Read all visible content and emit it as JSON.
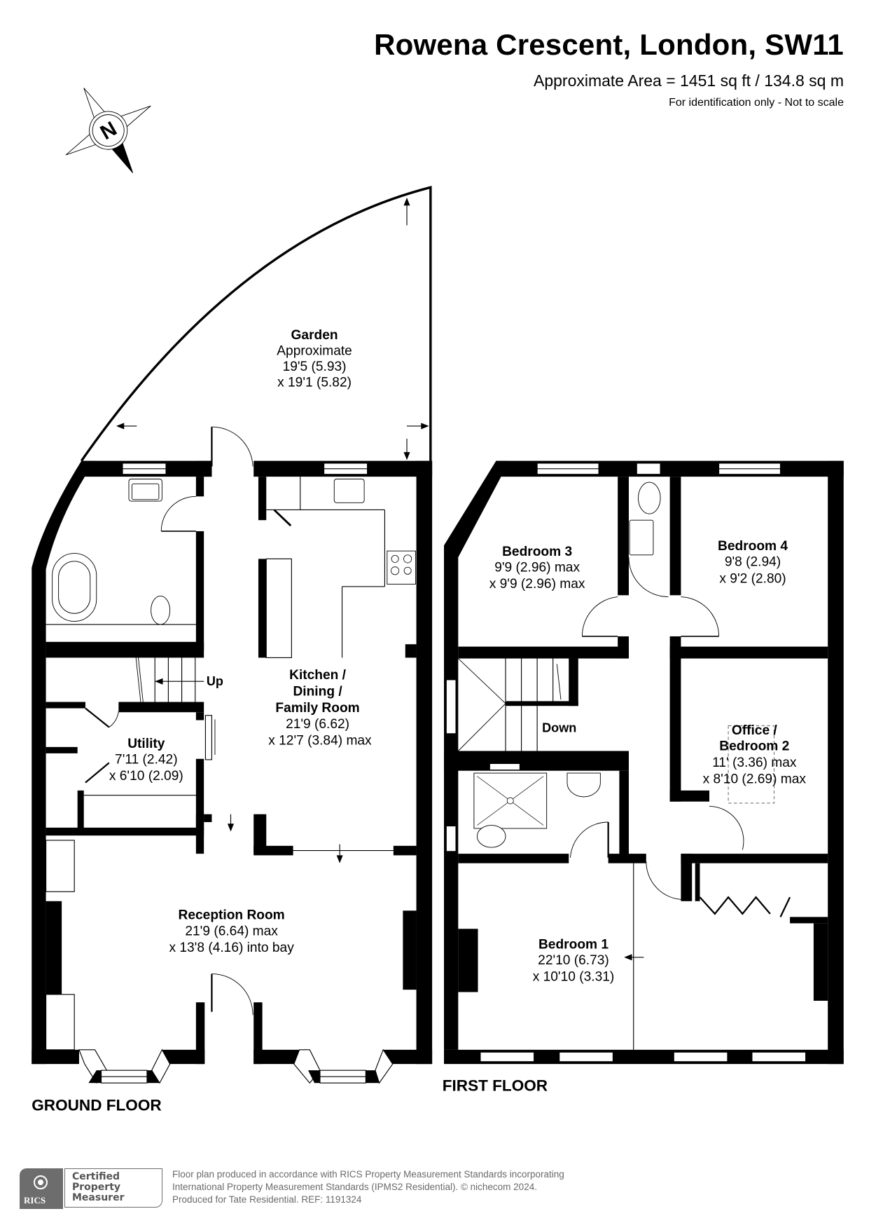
{
  "header": {
    "title": "Rowena Crescent, London, SW11",
    "area": "Approximate Area = 1451 sq ft / 134.8 sq m",
    "disclaimer": "For identification only - Not to scale"
  },
  "compass": {
    "label": "N",
    "icon": "compass-north-icon"
  },
  "ground_floor": {
    "label": "GROUND FLOOR",
    "rooms": {
      "garden": {
        "name": "Garden",
        "lines": [
          "Approximate",
          "19'5 (5.93)",
          "x 19'1 (5.82)"
        ]
      },
      "kitchen": {
        "name_lines": [
          "Kitchen /",
          "Dining /",
          "Family Room"
        ],
        "lines": [
          "21'9 (6.62)",
          "x 12'7 (3.84) max"
        ]
      },
      "utility": {
        "name": "Utility",
        "lines": [
          "7'11 (2.42)",
          "x 6'10 (2.09)"
        ]
      },
      "reception": {
        "name": "Reception Room",
        "lines": [
          "21'9 (6.64) max",
          "x 13'8 (4.16) into bay"
        ]
      }
    },
    "stairs_label": "Up"
  },
  "first_floor": {
    "label": "FIRST FLOOR",
    "rooms": {
      "bedroom3": {
        "name": "Bedroom 3",
        "lines": [
          "9'9 (2.96) max",
          "x 9'9 (2.96) max"
        ]
      },
      "bedroom4": {
        "name": "Bedroom 4",
        "lines": [
          "9'8 (2.94)",
          "x 9'2 (2.80)"
        ]
      },
      "bedroom2": {
        "name_lines": [
          "Office /",
          "Bedroom 2"
        ],
        "lines": [
          "11' (3.36) max",
          "x 8'10 (2.69) max"
        ]
      },
      "bedroom1": {
        "name": "Bedroom 1",
        "lines": [
          "22'10 (6.73)",
          "x 10'10 (3.31)"
        ]
      }
    },
    "stairs_label": "Down"
  },
  "footer": {
    "rics_logo_text": "RICS",
    "certified_lines": [
      "Certified",
      "Property",
      "Measurer"
    ],
    "text_lines": [
      "Floor plan produced in accordance with RICS Property Measurement Standards incorporating",
      "International Property Measurement Standards (IPMS2 Residential).   © nichecom 2024.",
      "Produced for Tate Residential.   REF:  1191324"
    ]
  }
}
